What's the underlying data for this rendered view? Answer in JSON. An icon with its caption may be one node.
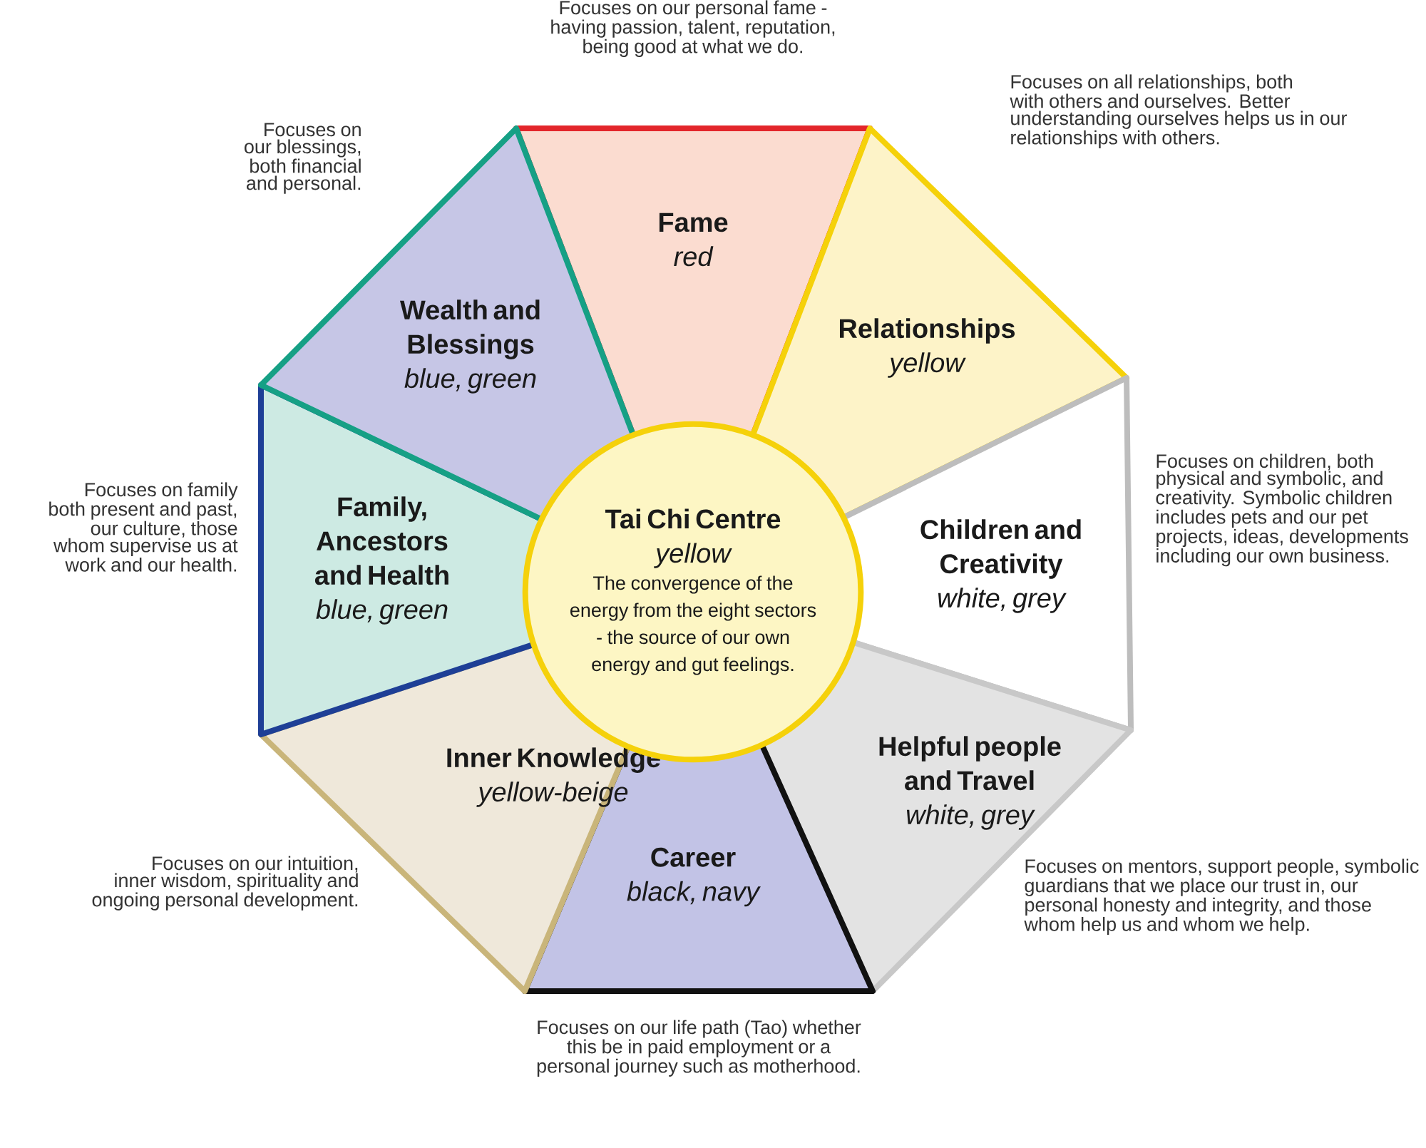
{
  "diagram": {
    "nodes": [
      {
        "text": [
          "Fame",
          "red"
        ],
        "beside": [
          "Focuses on our personal fame - having passion, talent, reputation, being good at what we do."
        ]
      },
      {
        "text": [
          "Relationships",
          "yellow"
        ],
        "beside": [
          "Focuses on all relationships, both with others and ourselves. Better understanding ourselves helps us in our relationships with others."
        ]
      },
      {
        "text": [
          "Children and Creativity",
          "white, grey"
        ],
        "beside": [
          "Focuses on children, both physical and symbolic, and creativity. Symbolic children includes pets and our pet projects, ideas, developments including our own business."
        ]
      },
      {
        "text": [
          "Helpful people and Travel",
          "white, grey"
        ],
        "beside": [
          "Focuses on mentors, support people, symbolic guardians that we place our trust in, our personal honesty and integrity, and those whom help us and whom we help."
        ]
      },
      {
        "text": [
          "Career",
          "black, navy"
        ],
        "beside": [
          "Focuses on our life path (Tao) whether this be in paid employment or a personal journey such as motherhood."
        ]
      },
      {
        "text": [
          "Inner Knowledge",
          "yellow-beige"
        ],
        "beside": [
          "Focuses on our intuition, inner wisdom, spirituality and ongoing personal development."
        ]
      },
      {
        "text": [
          "Family, Ancestors and Health",
          "blue, green"
        ],
        "beside": [
          "Focuses on family both present and past, our culture, those whom supervise us at work and our health."
        ]
      },
      {
        "text": [
          "Wealth and Blessings",
          "blue, green"
        ],
        "beside": [
          "Focuses on our blessings, both financial and personal."
        ]
      },
      {
        "text": [
          "Tai Chi Centre",
          "yellow",
          "The convergence of the energy from the eight sectors - the source of our own energy and gut feelings."
        ]
      }
    ]
  }
}
